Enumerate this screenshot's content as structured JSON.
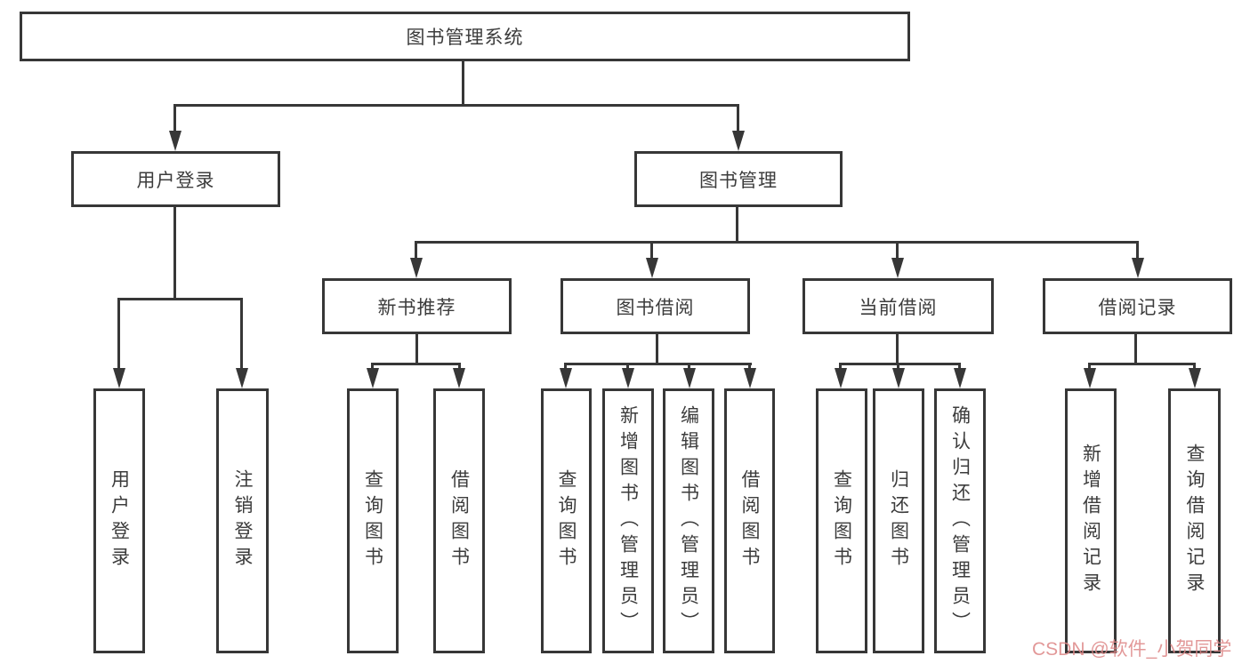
{
  "diagram_title": "图书管理系统",
  "colors": {
    "line": "#373737",
    "box_border": "#373737",
    "box_fill": "#ffffff",
    "text": "#3c3c3c",
    "background": "#ffffff",
    "watermark": "#dd8686"
  },
  "tree": {
    "root": {
      "label": "图书管理系统"
    },
    "branches": [
      {
        "label": "用户登录",
        "children": [
          {
            "label": "用户登录"
          },
          {
            "label": "注销登录"
          }
        ]
      },
      {
        "label": "图书管理",
        "children": [
          {
            "label": "新书推荐",
            "children": [
              {
                "label": "查询图书"
              },
              {
                "label": "借阅图书"
              }
            ]
          },
          {
            "label": "图书借阅",
            "children": [
              {
                "label": "查询图书"
              },
              {
                "label": "新增图书（管理员）"
              },
              {
                "label": "编辑图书（管理员）"
              },
              {
                "label": "借阅图书"
              }
            ]
          },
          {
            "label": "当前借阅",
            "children": [
              {
                "label": "查询图书"
              },
              {
                "label": "归还图书"
              },
              {
                "label": "确认归还（管理员）"
              }
            ]
          },
          {
            "label": "借阅记录",
            "children": [
              {
                "label": "新增借阅记录"
              },
              {
                "label": "查询借阅记录"
              }
            ]
          }
        ]
      }
    ]
  },
  "watermark": {
    "text": "CSDN @软件_小贺同学"
  }
}
